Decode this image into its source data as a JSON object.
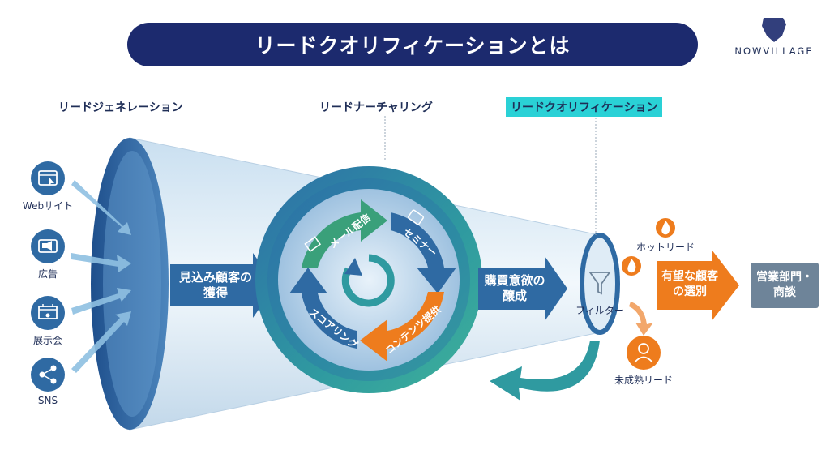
{
  "header": {
    "title": "リードクオリフィケーションとは",
    "logo_text": "NOWVILLAGE"
  },
  "stages": {
    "generation": "リードジェネレーション",
    "nurturing": "リードナーチャリング",
    "qualification": "リードクオリフィケーション"
  },
  "sources": [
    {
      "label": "Webサイト",
      "icon": "browser-icon"
    },
    {
      "label": "広告",
      "icon": "megaphone-icon"
    },
    {
      "label": "展示会",
      "icon": "booth-icon"
    },
    {
      "label": "SNS",
      "icon": "share-icon"
    }
  ],
  "arrows": {
    "acquire_line1": "見込み顧客の",
    "acquire_line2": "獲得",
    "foster_line1": "購買意欲の",
    "foster_line2": "醸成",
    "select_line1": "有望な顧客",
    "select_line2": "の選別",
    "sales_line1": "営業部門・",
    "sales_line2": "商談"
  },
  "cycle": {
    "email": "メール配信",
    "seminar": "セミナー",
    "content": "コンテンツ提供",
    "scoring": "スコアリング"
  },
  "filter": {
    "label": "フィルター",
    "hot_lead": "ホットリード",
    "immature_lead": "未成熟リード"
  },
  "colors": {
    "navy": "#1c2a6e",
    "blue": "#2f6aa3",
    "teal": "#2fa39a",
    "orange": "#ee7c1d",
    "gray": "#6e8499",
    "highlight": "#2ad1d6"
  }
}
